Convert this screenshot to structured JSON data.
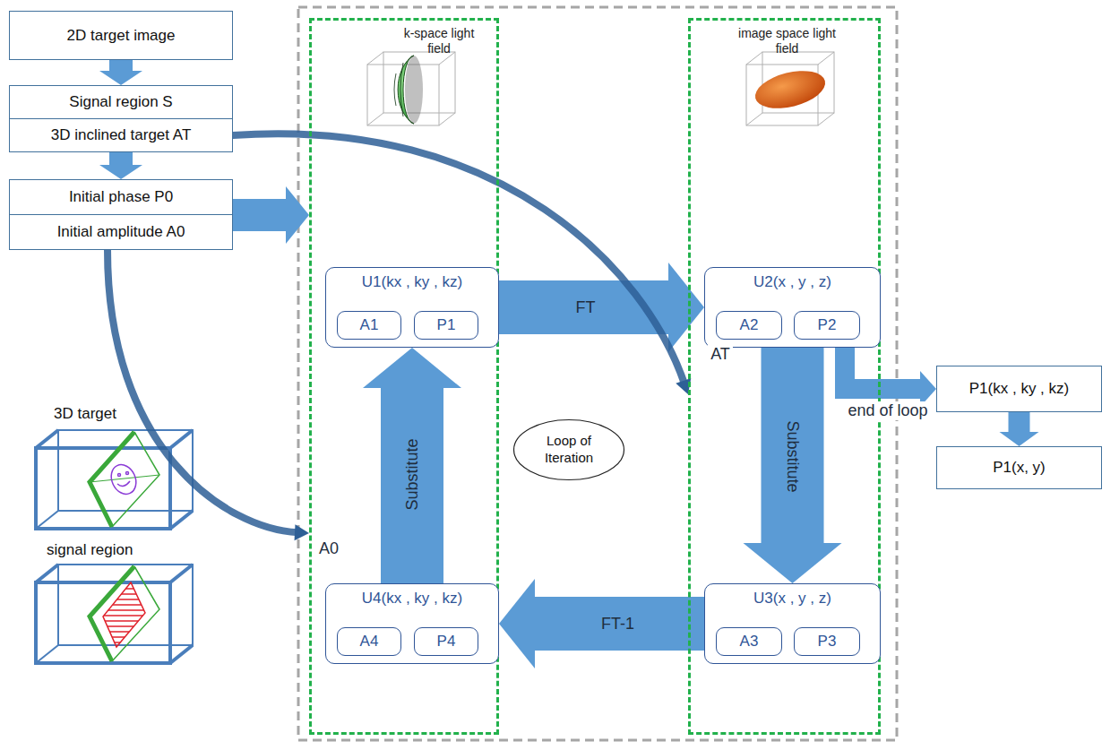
{
  "diagram": {
    "nodes": [
      {
        "text": [
          "2D target image"
        ]
      },
      {
        "text": [
          "Signal region S"
        ]
      },
      {
        "text": [
          "3D inclined target AT"
        ]
      },
      {
        "text": [
          "Initial phase P0"
        ]
      },
      {
        "text": [
          "Initial amplitude A0"
        ]
      },
      {
        "text": [
          "k-space light field"
        ]
      },
      {
        "text": [
          "U1(kx , ky , kz)"
        ],
        "in": 5
      },
      {
        "text": [
          "A1"
        ],
        "in": 6
      },
      {
        "text": [
          "P1"
        ],
        "in": 6
      },
      {
        "text": [
          "U4(kx , ky , kz)"
        ],
        "in": 5
      },
      {
        "text": [
          "A4"
        ],
        "in": 9
      },
      {
        "text": [
          "P4"
        ],
        "in": 9
      },
      {
        "text": [
          "image space light field"
        ]
      },
      {
        "text": [
          "U2(x , y , z)"
        ],
        "in": 12
      },
      {
        "text": [
          "A2"
        ],
        "in": 13
      },
      {
        "text": [
          "P2"
        ],
        "in": 13
      },
      {
        "text": [
          "U3(x , y , z)"
        ],
        "in": 12
      },
      {
        "text": [
          "A3"
        ],
        "in": 16
      },
      {
        "text": [
          "P3"
        ],
        "in": 16
      },
      {
        "text": [
          "Loop of Iteration"
        ]
      },
      {
        "text": [
          "P1(kx , ky , kz)"
        ]
      },
      {
        "text": [
          "P1(x, y)"
        ]
      }
    ],
    "edges": [
      {
        "from": 0,
        "to": 1,
        "arrow": "to"
      },
      {
        "from": 2,
        "to": 3,
        "arrow": "to"
      },
      {
        "from": 3,
        "to": 5,
        "arrow": "to"
      },
      {
        "from": 6,
        "to": 13,
        "label": "FT",
        "arrow": "to"
      },
      {
        "from": 13,
        "to": 16,
        "label": "Substitute",
        "arrow": "to"
      },
      {
        "from": 16,
        "to": 9,
        "label": "FT-1",
        "arrow": "to"
      },
      {
        "from": 9,
        "to": 6,
        "label": "Substitute",
        "arrow": "to"
      },
      {
        "from": 13,
        "to": 20,
        "label": "end of loop",
        "arrow": "to"
      },
      {
        "from": 20,
        "to": 21,
        "arrow": "to"
      },
      {
        "from": 2,
        "to": 12,
        "label": "AT",
        "arrow": "to"
      },
      {
        "from": 4,
        "to": 5,
        "label": "A0",
        "arrow": "to"
      }
    ],
    "labels": [
      "3D target",
      "signal region"
    ]
  }
}
